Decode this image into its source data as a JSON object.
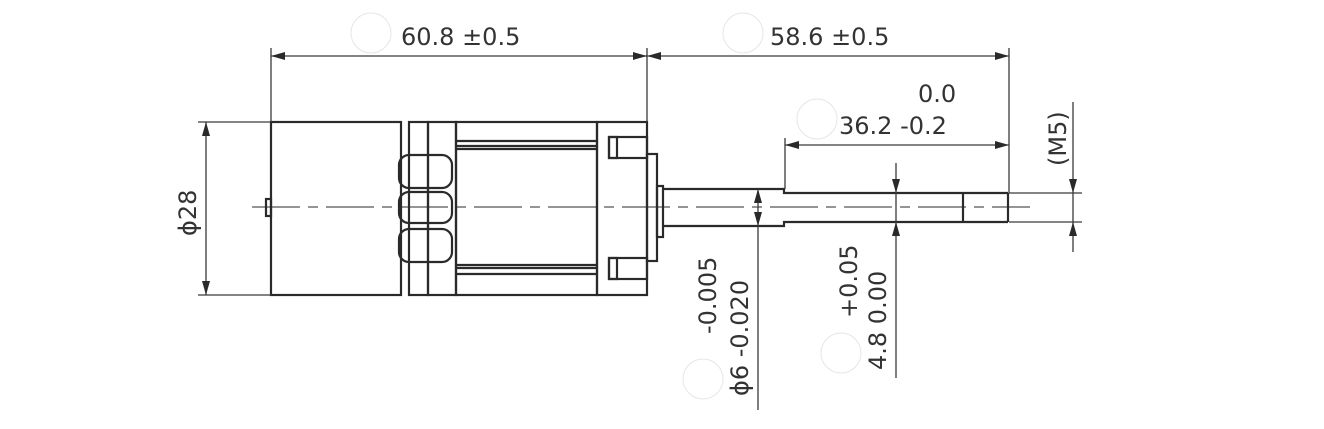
{
  "drawing": {
    "title": "Gear motor dimension drawing",
    "units": "mm",
    "line_color": "#2a2a2a",
    "background": "#ffffff"
  },
  "dimensions": {
    "motor_length": {
      "value": "60.8",
      "tol": "±0.5",
      "label": "60.8 ±0.5"
    },
    "shaft_total_length": {
      "value": "58.6",
      "tol": "±0.5",
      "label": "58.6 ±0.5"
    },
    "shaft_reduced_length": {
      "value": "36.2",
      "upper": "0.0",
      "lower": "-0.2",
      "label": "36.2 -0.2",
      "upper_label": "0.0"
    },
    "body_diameter": {
      "label": "ϕ28"
    },
    "shaft_diameter": {
      "label": "ϕ6 -0.020",
      "upper_label": "-0.005"
    },
    "flat_width": {
      "label": "4.8  0.00",
      "upper_label": "+0.05"
    },
    "thread": {
      "label": "(M5)"
    }
  }
}
